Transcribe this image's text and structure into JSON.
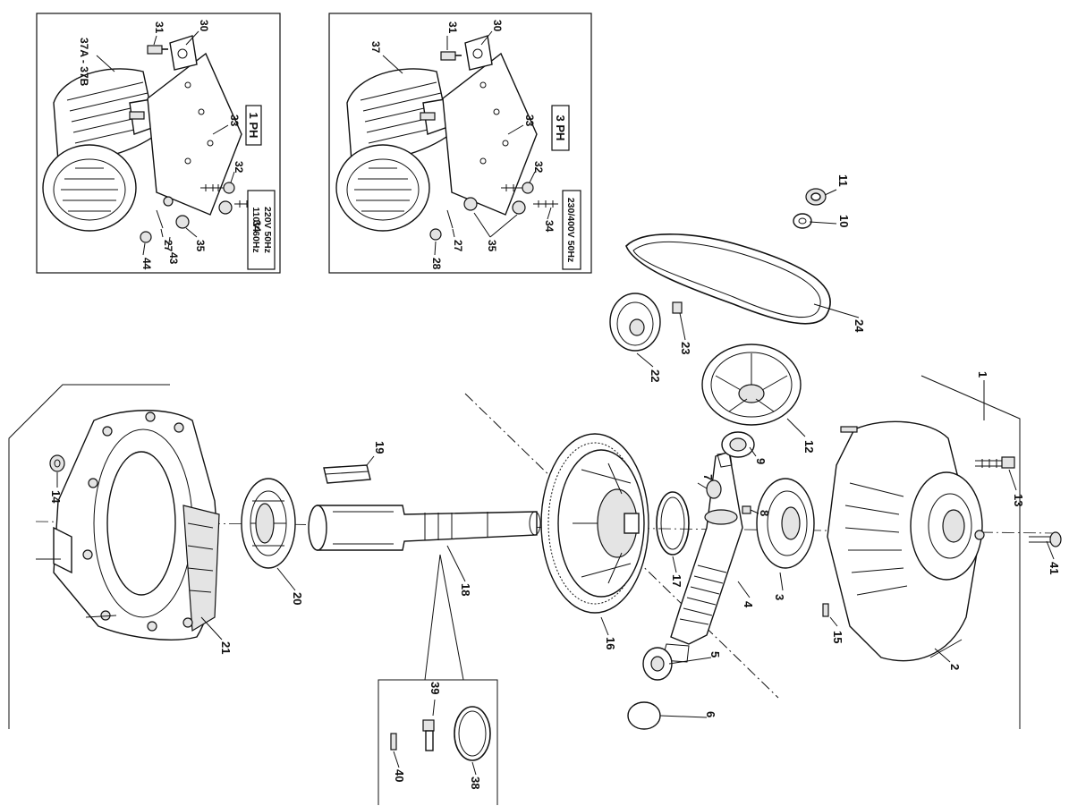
{
  "panel_1ph": {
    "badge": "1 PH",
    "voltage_lines": [
      "110V 60Hz",
      "220V 50Hz"
    ],
    "labels": [
      "37A - 37B",
      "31",
      "30",
      "33",
      "32",
      "34",
      "35",
      "27",
      "43",
      "44"
    ]
  },
  "panel_3ph": {
    "badge": "3 PH",
    "voltage_lines": [
      "230/400V 50Hz"
    ],
    "labels": [
      "37",
      "31",
      "30",
      "33",
      "32",
      "34",
      "35",
      "27",
      "28"
    ]
  },
  "main_labels": [
    "1",
    "2",
    "3",
    "4",
    "5",
    "6",
    "7",
    "8",
    "9",
    "10",
    "11",
    "12",
    "13",
    "14",
    "15",
    "16",
    "17",
    "18",
    "19",
    "20",
    "21",
    "22",
    "23",
    "24",
    "38",
    "39",
    "40",
    "41"
  ]
}
